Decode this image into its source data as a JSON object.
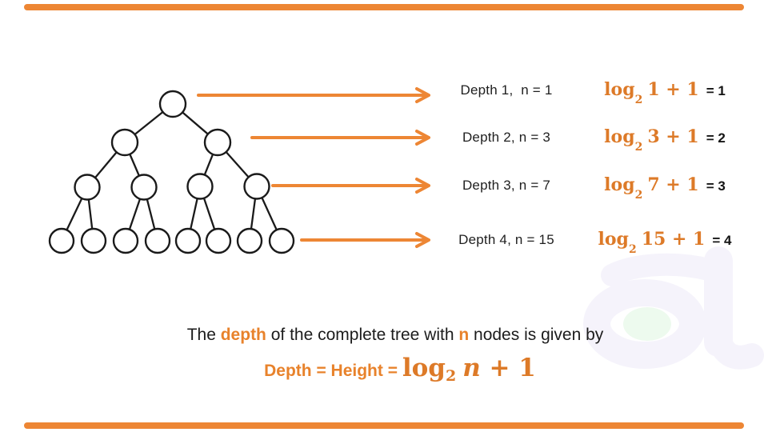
{
  "colors": {
    "accent_orange": "#ED8634",
    "math_orange": "#DD7A28",
    "caption_orange": "#E8822B",
    "text_black": "#1f1f1f",
    "watermark_lavender": "#F5F3FB",
    "watermark_green": "#EDFAEE"
  },
  "tree": {
    "type": "complete-binary-tree",
    "levels": 4,
    "nodes_per_level": [
      1,
      2,
      4,
      8
    ]
  },
  "rows": [
    {
      "label": "Depth 1,  n = 1",
      "log": "log",
      "base": "2",
      "expr": "1 + 1",
      "result": "= 1"
    },
    {
      "label": "Depth 2, n = 3",
      "log": "log",
      "base": "2",
      "expr": "3 + 1",
      "result": "= 2"
    },
    {
      "label": "Depth 3, n = 7",
      "log": "log",
      "base": "2",
      "expr": "7 + 1",
      "result": "= 3"
    },
    {
      "label": "Depth 4, n = 15",
      "log": "log",
      "base": "2",
      "expr": "15 + 1",
      "result": "= 4"
    }
  ],
  "caption": {
    "part1": "The ",
    "highlight1": "depth",
    "part2": " of the complete tree with ",
    "highlight2": "n",
    "part3": " nodes is given by"
  },
  "formula": {
    "prefix": "Depth = Height = ",
    "log": "log",
    "base": "2",
    "var": "n",
    "suffix": " + 1"
  },
  "watermark": {
    "letter": "a"
  }
}
